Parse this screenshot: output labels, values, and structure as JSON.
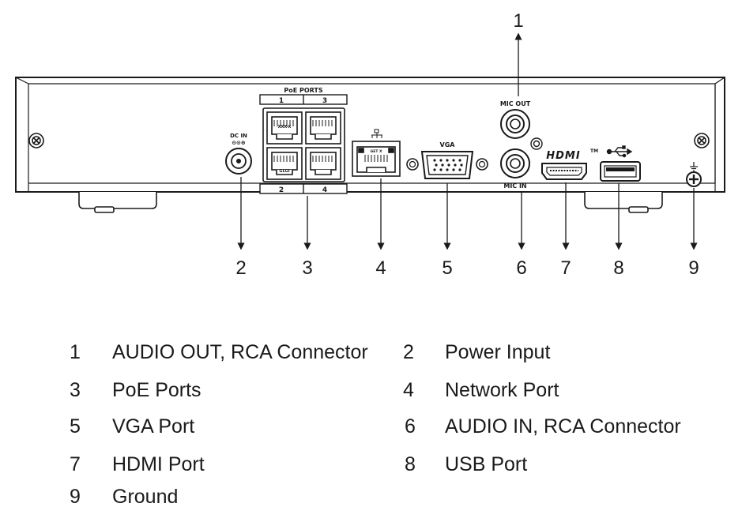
{
  "panel": {
    "poe_title": "PoE PORTS",
    "poe_top": [
      "1",
      "3"
    ],
    "poe_bottom": [
      "2",
      "4"
    ],
    "port_tags": [
      "XXX-X",
      "GLGI",
      "GET X"
    ],
    "dc_in": "DC IN",
    "dc_polarity": "⊖⊙⊕",
    "vga": "VGA",
    "mic_out": "MIC OUT",
    "mic_in": "MIC IN",
    "hdmi": "HDMI",
    "tm": "TM"
  },
  "callouts": [
    "1",
    "2",
    "3",
    "4",
    "5",
    "6",
    "7",
    "8",
    "9"
  ],
  "legend": [
    {
      "num": "1",
      "label": "AUDIO OUT, RCA Connector"
    },
    {
      "num": "2",
      "label": "Power Input"
    },
    {
      "num": "3",
      "label": "PoE Ports"
    },
    {
      "num": "4",
      "label": "Network Port"
    },
    {
      "num": "5",
      "label": "VGA Port"
    },
    {
      "num": "6",
      "label": "AUDIO IN, RCA Connector"
    },
    {
      "num": "7",
      "label": "HDMI Port"
    },
    {
      "num": "8",
      "label": "USB Port"
    },
    {
      "num": "9",
      "label": "Ground"
    }
  ]
}
